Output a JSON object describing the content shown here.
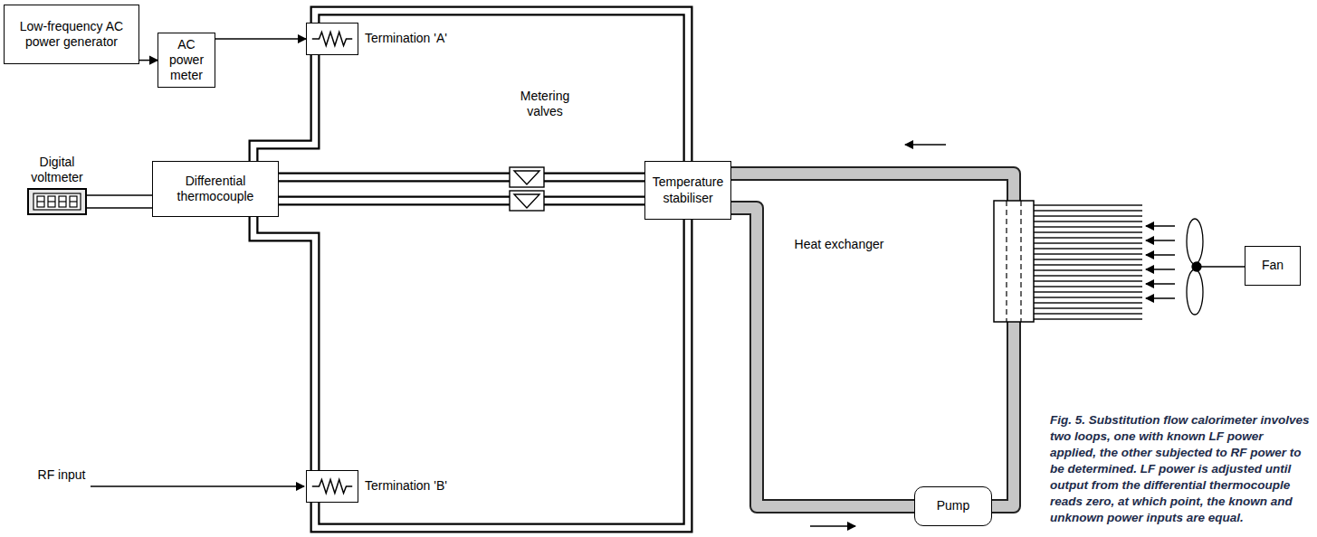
{
  "diagram": {
    "caption": "Fig. 5. Substitution flow calorimeter involves two loops, one with known LF power applied, the other subjected to RF power to be determined. LF power is adjusted until output from the differential thermocouple reads zero, at which point, the known and unknown power inputs are equal.",
    "nodes": [
      {
        "text": [
          "Low-frequency AC power generator"
        ]
      },
      {
        "text": [
          "AC power meter"
        ]
      },
      {
        "text": [
          "Termination 'A'"
        ]
      },
      {
        "text": [
          "Digital voltmeter"
        ]
      },
      {
        "text": [
          "Differential thermocouple"
        ]
      },
      {
        "text": [
          "Temperature stabiliser"
        ]
      },
      {
        "text": [
          "Fan"
        ]
      },
      {
        "text": [
          "Pump"
        ]
      },
      {
        "text": [
          "Termination 'B'"
        ]
      }
    ],
    "edges": [
      {
        "from": 0,
        "to": 1,
        "arrow": "to"
      },
      {
        "from": 1,
        "to": 2,
        "arrow": "to"
      },
      {
        "from": 3,
        "to": 4,
        "arrow": "none"
      },
      {
        "from": 5,
        "to": 2,
        "arrow": "none"
      },
      {
        "from": 2,
        "to": 4,
        "arrow": "none"
      },
      {
        "from": 4,
        "to": 5,
        "arrow": "none"
      },
      {
        "from": 4,
        "to": 5,
        "arrow": "none"
      },
      {
        "from": 8,
        "to": 4,
        "arrow": "none"
      },
      {
        "from": 5,
        "to": 8,
        "arrow": "none"
      },
      {
        "from": 5,
        "to": 7,
        "arrow": "none"
      },
      {
        "from": 7,
        "to": 5,
        "arrow": "none"
      }
    ],
    "labels": [
      "Metering valves",
      "Heat exchanger",
      "RF input"
    ]
  }
}
